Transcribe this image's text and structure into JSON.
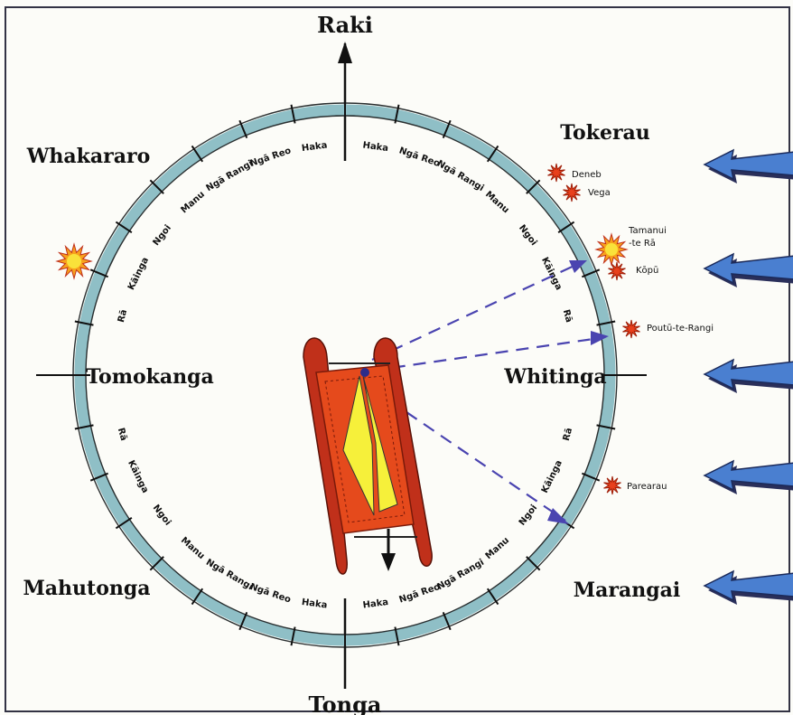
{
  "colors": {
    "ring": "#8fbfc6",
    "ring_stroke": "#2a2f30",
    "hull": "#c0301a",
    "deck": "#e54a1c",
    "sail": "#f6f03a",
    "arrow_blue": "#4a7fd0",
    "arrow_dark": "#2a2f5a",
    "dash": "#4a44b0",
    "star_red": "#e8401c",
    "sun": "#f7a21c"
  },
  "labels": {
    "north": "Raki",
    "south": "Tonga",
    "east": "Whitinga",
    "west": "Tomokanga",
    "northeast": "Tokerau",
    "northwest": "Whakararo",
    "southeast": "Marangai",
    "southwest": "Mahutonga"
  },
  "ring": {
    "north_half": [
      "Haka",
      "Ngā Reo",
      "Ngā Rangi",
      "Manu",
      "Ngoi",
      "Kāinga",
      "Rā"
    ],
    "south_half": [
      "Haka",
      "Ngā Reo",
      "Ngā Rangi",
      "Manu",
      "Ngoi",
      "Kāinga",
      "Rā"
    ]
  },
  "stars": {
    "deneb": "Deneb",
    "vega": "Vega",
    "tamanui_line1": "Tamanui",
    "tamanui_line2": "-te Rā",
    "kopu": "Kōpū",
    "poutu": "Poutū-te-Rangi",
    "parearau": "Parearau"
  },
  "icons": [
    "sun-icon",
    "star-icon",
    "wind-arrow-icon",
    "canoe-icon"
  ]
}
